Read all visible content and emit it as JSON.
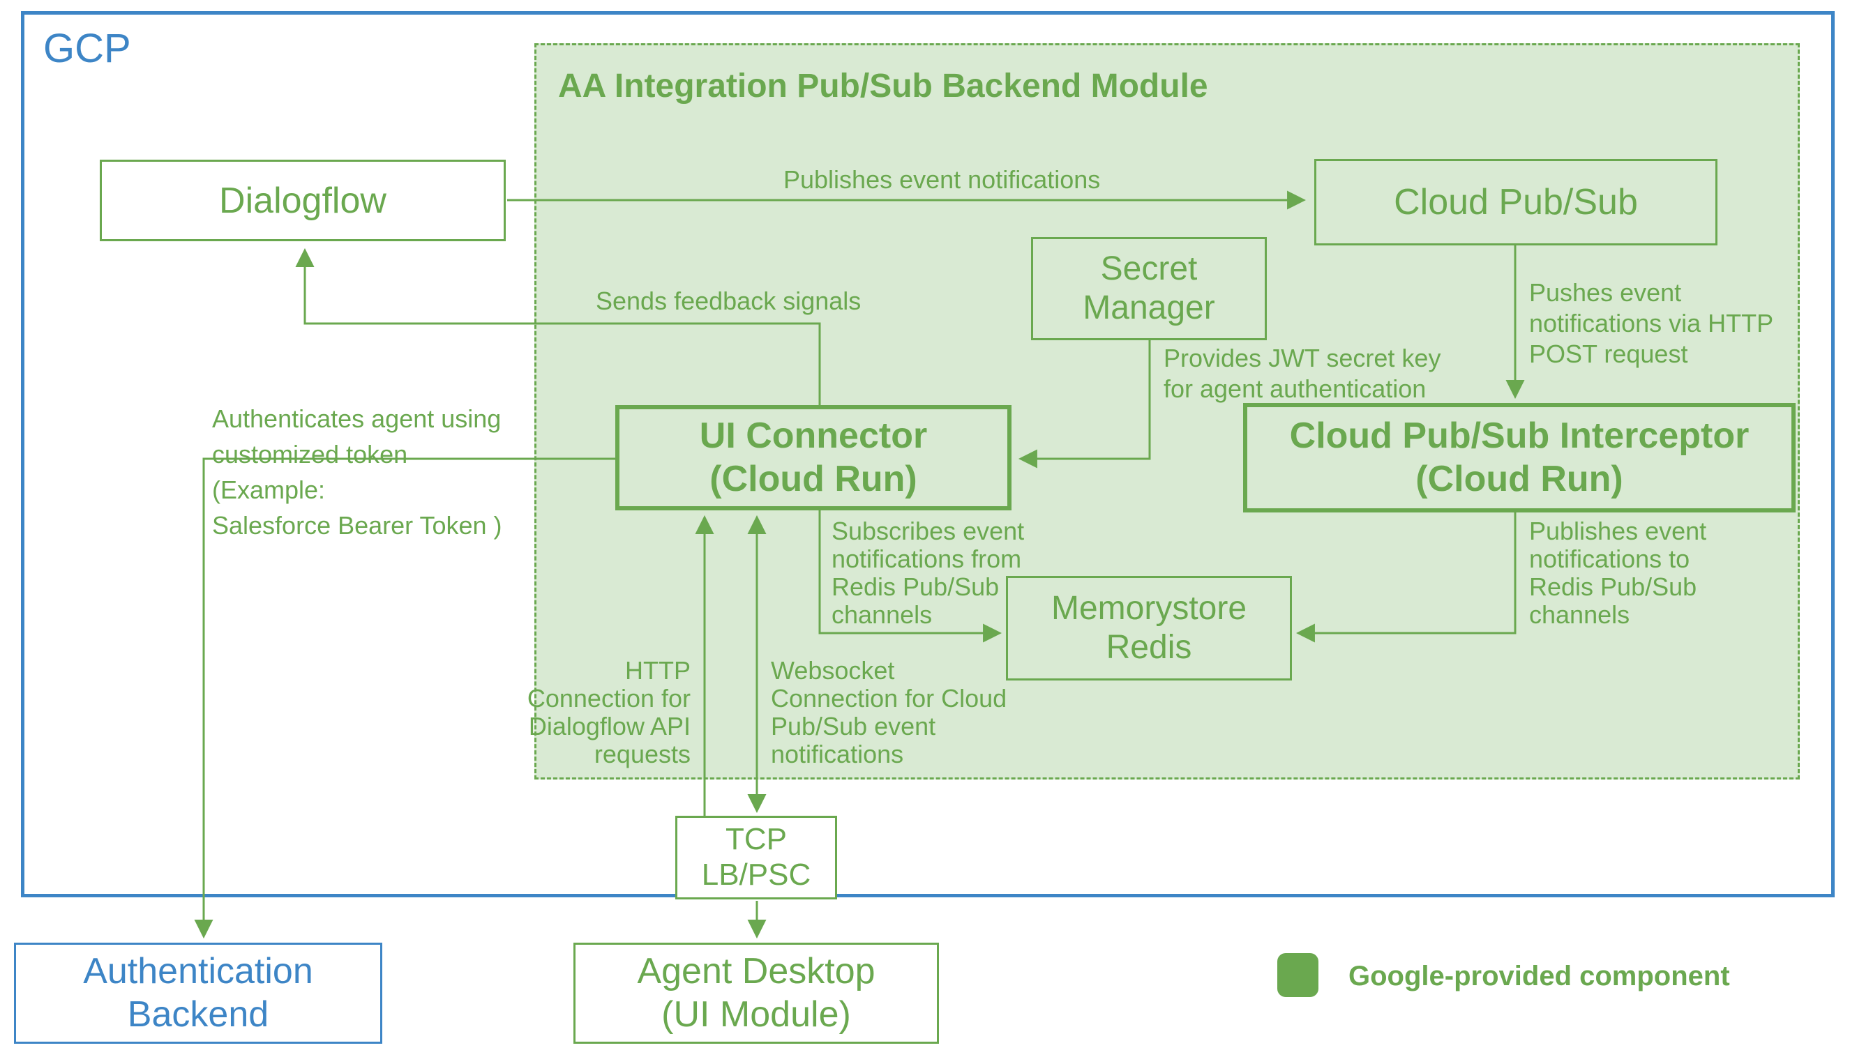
{
  "colors": {
    "green": "#6aa84f",
    "green_fill": "#d9ead3",
    "blue": "#3d85c6",
    "background": "#ffffff"
  },
  "gcp": {
    "label": "GCP"
  },
  "module": {
    "title": "AA Integration Pub/Sub Backend Module"
  },
  "nodes": {
    "dialogflow": {
      "label": "Dialogflow"
    },
    "cloud_pubsub": {
      "label": "Cloud Pub/Sub"
    },
    "secret_manager": {
      "label": "Secret\nManager"
    },
    "ui_connector": {
      "label": "UI Connector\n(Cloud Run)"
    },
    "interceptor": {
      "label": "Cloud Pub/Sub Interceptor\n(Cloud Run)"
    },
    "memorystore": {
      "label": "Memorystore\nRedis"
    },
    "tcp_lb": {
      "label": "TCP\nLB/PSC"
    },
    "agent_desktop": {
      "label": "Agent Desktop\n(UI Module)"
    },
    "auth_backend": {
      "label": "Authentication\nBackend"
    }
  },
  "edges": {
    "publishes_event": "Publishes event notifications",
    "sends_feedback": "Sends feedback signals",
    "pushes_event": "Pushes event\nnotifications via HTTP\nPOST request",
    "provides_jwt": "Provides JWT secret key\nfor agent authentication",
    "authenticates": "Authenticates agent using\ncustomized token\n(Example:\nSalesforce Bearer Token )",
    "subscribes": "Subscribes event\nnotifications from\nRedis Pub/Sub\nchannels",
    "publishes_redis": "Publishes event\nnotifications to\nRedis Pub/Sub\nchannels",
    "http_connection": "HTTP\nConnection for\nDialogflow API\nrequests",
    "websocket_connection": "Websocket\nConnection for Cloud\nPub/Sub event\nnotifications"
  },
  "legend": {
    "label": "Google-provided component"
  }
}
